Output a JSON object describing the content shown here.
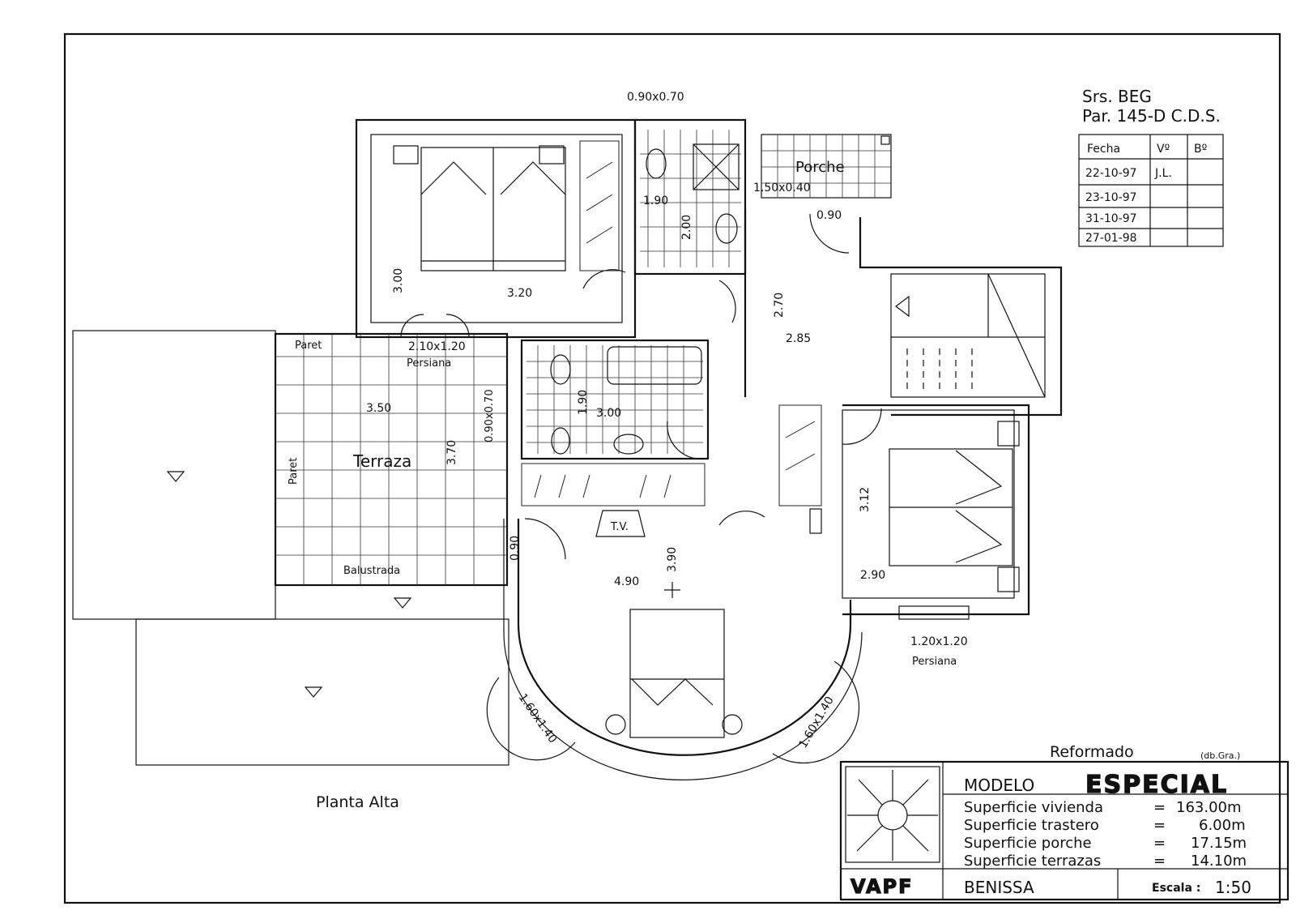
{
  "client": {
    "line1": "Srs. BEG",
    "line2": "Par. 145-D C.D.S."
  },
  "revisions": {
    "headers": [
      "Fecha",
      "Vº",
      "Bº"
    ],
    "rows": [
      {
        "date": "22-10-97",
        "vo": "J.L.",
        "bo": ""
      },
      {
        "date": "23-10-97",
        "vo": "",
        "bo": ""
      },
      {
        "date": "31-10-97",
        "vo": "",
        "bo": ""
      },
      {
        "date": "27-01-98",
        "vo": "",
        "bo": ""
      }
    ]
  },
  "rooms": {
    "porche": "Porche",
    "terraza": "Terraza",
    "paret_top": "Paret",
    "paret_left": "Paret",
    "balustrada": "Balustrada",
    "persiana_top": "Persiana",
    "persiana_bottom": "Persiana",
    "tv": "T.V."
  },
  "dimensions": {
    "window_bath_top": "0.90x0.70",
    "window_porche": "1.50x0.40",
    "door_porche": "0.90",
    "bed1_h": "3.00",
    "bed1_w": "3.20",
    "window_terrace": "2.10x1.20",
    "bath1_w": "1.90",
    "bath1_h": "2.00",
    "hall_h": "2.70",
    "hall_w": "2.85",
    "terrace_w": "3.50",
    "terrace_h": "3.70",
    "window_side": "0.90x0.70",
    "bath2_h": "1.90",
    "bath2_w": "3.00",
    "bed2_h": "3.12",
    "bed2_w": "2.90",
    "door_master": "0.90",
    "master_w": "4.90",
    "master_h": "3.90",
    "window_bed2": "1.20x1.20",
    "bay_left": "1.60x1.40",
    "bay_right": "1.60x1.40"
  },
  "plan_title": "Planta Alta",
  "reformado": {
    "label": "Reformado",
    "initials": "(db.Gra.)"
  },
  "title_block": {
    "modelo_label": "MODELO",
    "modelo_value": "ESPECIAL",
    "surfaces": [
      {
        "label": "Superficie vivienda",
        "value": "163.00m"
      },
      {
        "label": "Superficie trastero",
        "value": "6.00m"
      },
      {
        "label": "Superficie porche",
        "value": "17.15m"
      },
      {
        "label": "Superficie terrazas",
        "value": "14.10m"
      }
    ],
    "equals": "=",
    "logo_text": "VAPF",
    "location": "BENISSA",
    "scale_label": "Escala :",
    "scale_value": "1:50"
  }
}
